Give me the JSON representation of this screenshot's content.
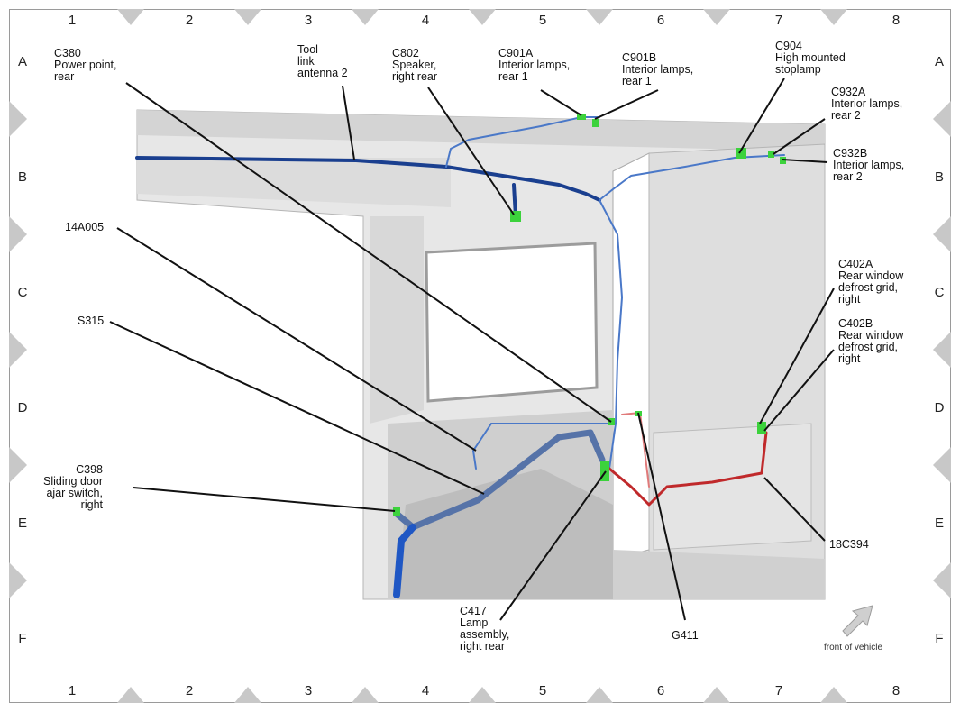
{
  "grid": {
    "columns": [
      "1",
      "2",
      "3",
      "4",
      "5",
      "6",
      "7",
      "8"
    ],
    "rows": [
      "A",
      "B",
      "C",
      "D",
      "E",
      "F"
    ]
  },
  "callouts": {
    "c380": {
      "code": "C380",
      "lines": [
        "Power point,",
        "rear"
      ]
    },
    "tool": {
      "code": "Tool",
      "lines": [
        "link",
        "antenna 2"
      ]
    },
    "c802": {
      "code": "C802",
      "lines": [
        "Speaker,",
        "right rear"
      ]
    },
    "c901a": {
      "code": "C901A",
      "lines": [
        "Interior lamps,",
        "rear 1"
      ]
    },
    "c901b": {
      "code": "C901B",
      "lines": [
        "Interior lamps,",
        "rear 1"
      ]
    },
    "c904": {
      "code": "C904",
      "lines": [
        "High mounted",
        "stoplamp"
      ]
    },
    "c932a": {
      "code": "C932A",
      "lines": [
        "Interior lamps,",
        "rear 2"
      ]
    },
    "c932b": {
      "code": "C932B",
      "lines": [
        "Interior lamps,",
        "rear 2"
      ]
    },
    "a14a005": {
      "code": "14A005",
      "lines": []
    },
    "s315": {
      "code": "S315",
      "lines": []
    },
    "c402a": {
      "code": "C402A",
      "lines": [
        "Rear window",
        "defrost grid,",
        "right"
      ]
    },
    "c402b": {
      "code": "C402B",
      "lines": [
        "Rear window",
        "defrost grid,",
        "right"
      ]
    },
    "c398": {
      "code": "C398",
      "lines": [
        "Sliding door",
        "ajar switch,",
        "right"
      ]
    },
    "c417": {
      "code": "C417",
      "lines": [
        "Lamp",
        "assembly,",
        "right rear"
      ]
    },
    "g411": {
      "code": "G411",
      "lines": []
    },
    "c18394": {
      "code": "18C394",
      "lines": []
    }
  },
  "front_label": "front of vehicle",
  "colors": {
    "harness_dark": "#1a3f8f",
    "harness_light": "#4a78c8",
    "harness_red": "#c0292b",
    "connector": "#3cd23c",
    "body_panel": "#e6e6e6"
  }
}
